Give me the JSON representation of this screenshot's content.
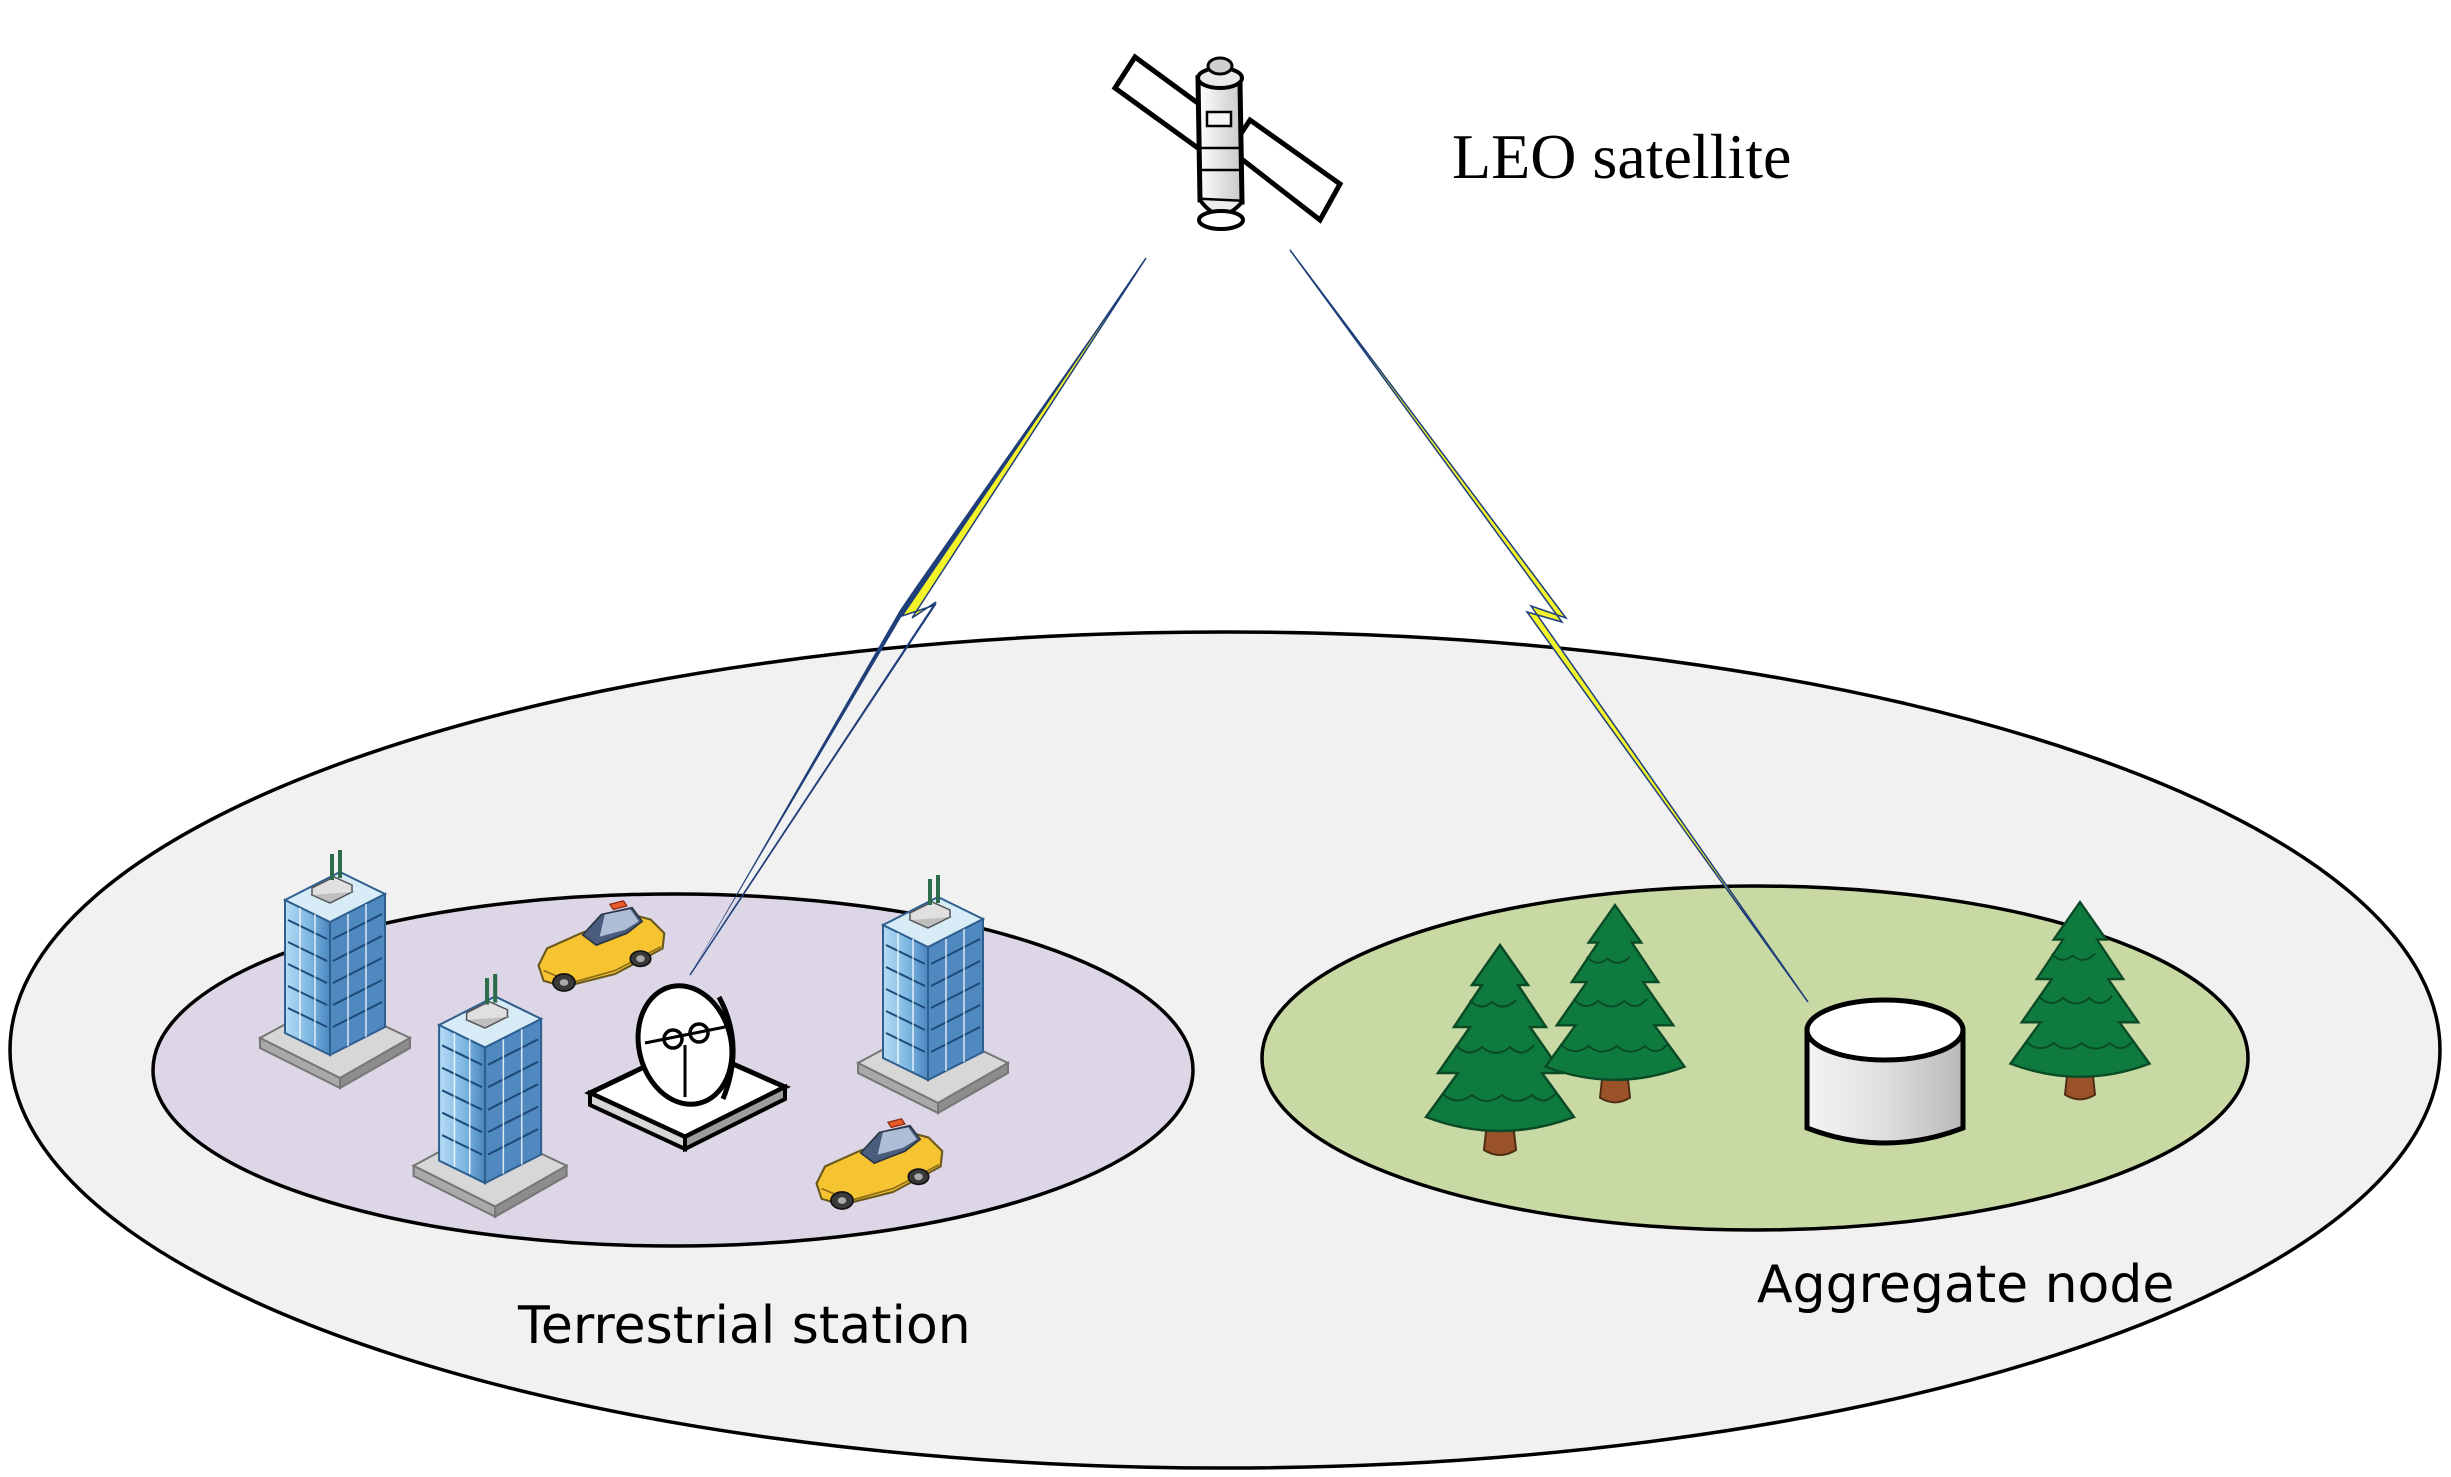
{
  "labels": {
    "satellite": "LEO satellite",
    "terrestrial": "Terrestrial station",
    "aggregate": "Aggregate node"
  },
  "icons": {
    "satellite": "satellite-icon",
    "dish": "satellite-dish-icon",
    "building": "office-building-icon",
    "taxi": "taxi-car-icon",
    "tree": "pine-tree-icon",
    "node": "cylinder-node-icon"
  },
  "colors": {
    "outer_region": "#f1f1f1",
    "terrestrial_region": "#ddd6e6",
    "aggregate_region": "#c8d9a3",
    "link_bolt": "#f3f32a",
    "link_line": "#1f3f7a",
    "tree_green": "#0f7a3e",
    "building_blue": "#8fc7ea",
    "taxi_yellow": "#f7c431"
  }
}
